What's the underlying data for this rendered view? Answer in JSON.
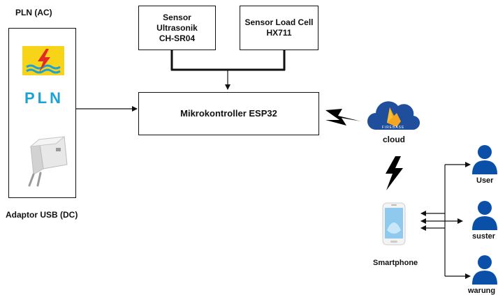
{
  "diagram": {
    "power": {
      "pln_label": "PLN (AC)",
      "pln_logo_text": "PLN",
      "adaptor_label": "Adaptor USB (DC)"
    },
    "sensors": [
      {
        "label": "Sensor\nUltrasonik\nCH-SR04"
      },
      {
        "label": "Sensor Load Cell\nHX711"
      }
    ],
    "controller": {
      "label": "Mikrokontroller ESP32"
    },
    "cloud": {
      "label": "cloud",
      "brand_text": "FIREBASE"
    },
    "smartphone": {
      "label": "Smartphone"
    },
    "users": [
      {
        "label": "User"
      },
      {
        "label": "suster"
      },
      {
        "label": "warung"
      }
    ],
    "colors": {
      "line": "#111111",
      "cloud_blue": "#1f4e9c",
      "user_blue": "#0a4fa8",
      "pln_yellow": "#f7d417",
      "pln_blue": "#1ba3d8",
      "pln_red": "#e32b24",
      "firebase_orange": "#f5a623"
    }
  }
}
